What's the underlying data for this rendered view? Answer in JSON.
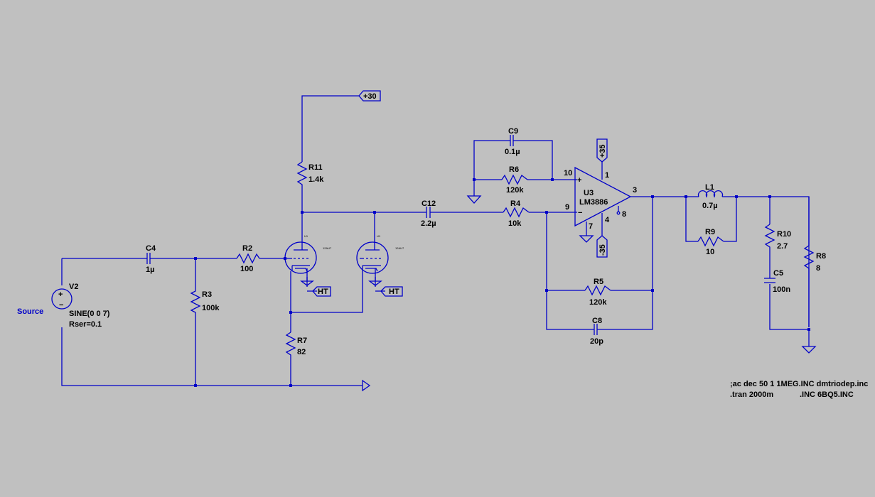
{
  "colors": {
    "background": "#c0c0c0",
    "wire": "#0000c8",
    "text": "#000000"
  },
  "source_label": "Source",
  "flags": {
    "plus30": "+30",
    "plus35": "+35",
    "minus35": "-35",
    "ht1": "HT",
    "ht2": "HT"
  },
  "components": {
    "V2": {
      "ref": "V2",
      "value": "SINE(0 0 7)",
      "value2": "Rser=0.1"
    },
    "C4": {
      "ref": "C4",
      "value": "1µ"
    },
    "R3": {
      "ref": "R3",
      "value": "100k"
    },
    "R2": {
      "ref": "R2",
      "value": "100"
    },
    "R11": {
      "ref": "R11",
      "value": "1.4k"
    },
    "R7": {
      "ref": "R7",
      "value": "82"
    },
    "U1a": {
      "ref": "U1",
      "model": "12AU7"
    },
    "U1b": {
      "ref": "U1",
      "model": "12AU7"
    },
    "C12": {
      "ref": "C12",
      "value": "2.2µ"
    },
    "R4": {
      "ref": "R4",
      "value": "10k"
    },
    "C9": {
      "ref": "C9",
      "value": "0.1µ"
    },
    "R6": {
      "ref": "R6",
      "value": "120k"
    },
    "U3": {
      "ref": "U3",
      "value": "LM3886",
      "pins": {
        "p1": "1",
        "p3": "3",
        "p4": "4",
        "p7": "7",
        "p8": "8",
        "p9": "9",
        "p10": "10"
      }
    },
    "R5": {
      "ref": "R5",
      "value": "120k"
    },
    "C8": {
      "ref": "C8",
      "value": "20p"
    },
    "L1": {
      "ref": "L1",
      "value": "0.7µ"
    },
    "R9": {
      "ref": "R9",
      "value": "10"
    },
    "R10": {
      "ref": "R10",
      "value": "2.7"
    },
    "C5": {
      "ref": "C5",
      "value": "100n"
    },
    "R8": {
      "ref": "R8",
      "value": "8"
    }
  },
  "directives": {
    "line1": ";ac dec 50 1 1MEG.INC dmtriodep.inc",
    "line2": ".tran 2000m",
    "line3": ".INC 6BQ5.INC"
  }
}
